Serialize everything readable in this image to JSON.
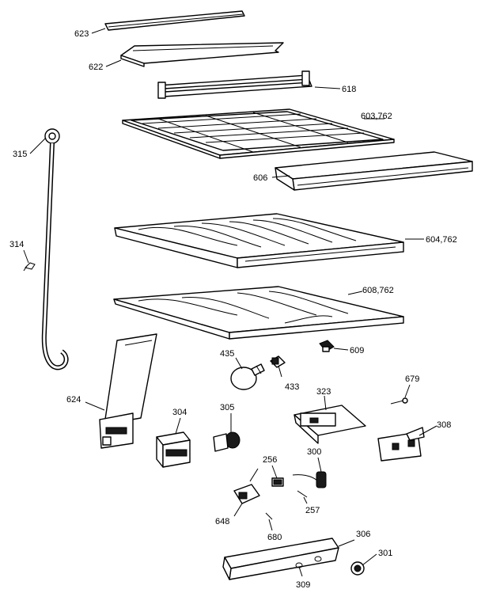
{
  "diagram": {
    "parts": [
      {
        "id": "623",
        "label": "623"
      },
      {
        "id": "622",
        "label": "622"
      },
      {
        "id": "618",
        "label": "618"
      },
      {
        "id": "603",
        "label": "603,762"
      },
      {
        "id": "606",
        "label": "606"
      },
      {
        "id": "604",
        "label": "604,762"
      },
      {
        "id": "608",
        "label": "608,762"
      },
      {
        "id": "315",
        "label": "315"
      },
      {
        "id": "314",
        "label": "314"
      },
      {
        "id": "609",
        "label": "609"
      },
      {
        "id": "435",
        "label": "435"
      },
      {
        "id": "433",
        "label": "433"
      },
      {
        "id": "679",
        "label": "679"
      },
      {
        "id": "624",
        "label": "624"
      },
      {
        "id": "304",
        "label": "304"
      },
      {
        "id": "305",
        "label": "305"
      },
      {
        "id": "323",
        "label": "323"
      },
      {
        "id": "308",
        "label": "308"
      },
      {
        "id": "256",
        "label": "256"
      },
      {
        "id": "300",
        "label": "300"
      },
      {
        "id": "257",
        "label": "257"
      },
      {
        "id": "648",
        "label": "648"
      },
      {
        "id": "680",
        "label": "680"
      },
      {
        "id": "306",
        "label": "306"
      },
      {
        "id": "301",
        "label": "301"
      },
      {
        "id": "309",
        "label": "309"
      }
    ]
  }
}
